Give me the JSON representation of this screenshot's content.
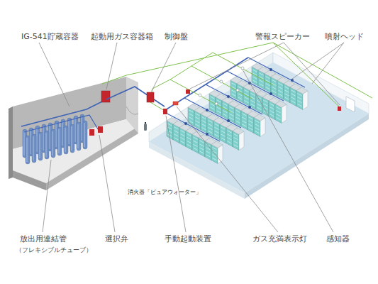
{
  "diagram": {
    "labels": [
      "IG-541貯蔵容器",
      "起動用ガス容器箱",
      "制御盤",
      "警報スピーカー",
      "噴射ヘッド",
      "放出用連結管",
      "（フレキシブルチューブ）",
      "選択弁",
      "手動起動装置",
      "ガス充満表示灯",
      "感知器",
      "消火器「ピュアウォーター」"
    ]
  }
}
